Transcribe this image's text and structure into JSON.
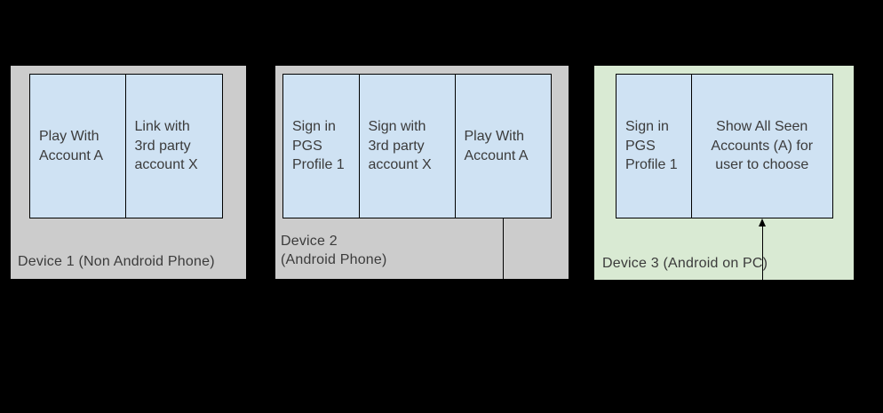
{
  "diagram": {
    "background": "#000000",
    "colors": {
      "device_phone_bg": "#cccccc",
      "device_pc_bg": "#d9ead3",
      "app_box_bg": "#cfe2f3",
      "box_border": "#000000",
      "text": "#3b3b3b"
    },
    "devices": [
      {
        "label": "Device 1 (Non Android Phone)",
        "boxes": [
          {
            "text": "Play With\nAccount A"
          },
          {
            "text": "Link with\n3rd party\naccount X"
          }
        ]
      },
      {
        "label": "Device 2\n(Android Phone)",
        "boxes": [
          {
            "text": "Sign in\nPGS\nProfile 1"
          },
          {
            "text": "Sign with\n3rd party\naccount X"
          },
          {
            "text": "Play With\nAccount A"
          }
        ],
        "connector": "line-down-from-play-with-account-a"
      },
      {
        "label": "Device 3 (Android on PC)",
        "boxes": [
          {
            "text": "Sign in\nPGS\nProfile 1"
          },
          {
            "text": "Show All Seen\nAccounts (A) for\nuser to choose"
          }
        ],
        "connector": "arrow-up-into-show-all-seen-accounts"
      }
    ]
  }
}
